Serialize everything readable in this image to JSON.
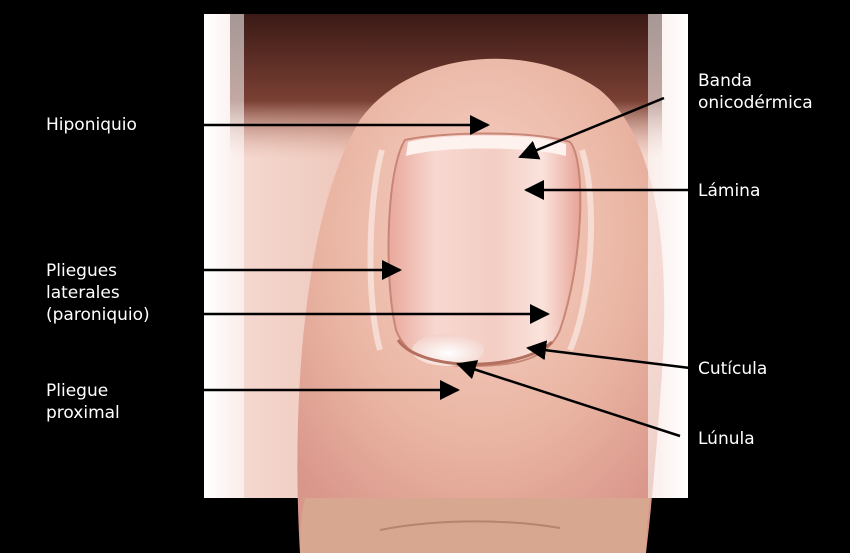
{
  "labels": {
    "hiponiquio": "Hiponiquio",
    "banda": "Banda\nonicodérmica",
    "lamina": "Lámina",
    "pliegues_laterales": "Pliegues\nlaterales\n(paroniquio)",
    "cuticula": "Cutícula",
    "pliegue_proximal": "Pliegue\nproximal",
    "lunula": "Lúnula"
  },
  "colors": {
    "background": "#000000",
    "label_text": "#ffffff",
    "arrow": "#000000",
    "skin": "#f2c3b3",
    "nail_plate": "#f6d4cc"
  }
}
